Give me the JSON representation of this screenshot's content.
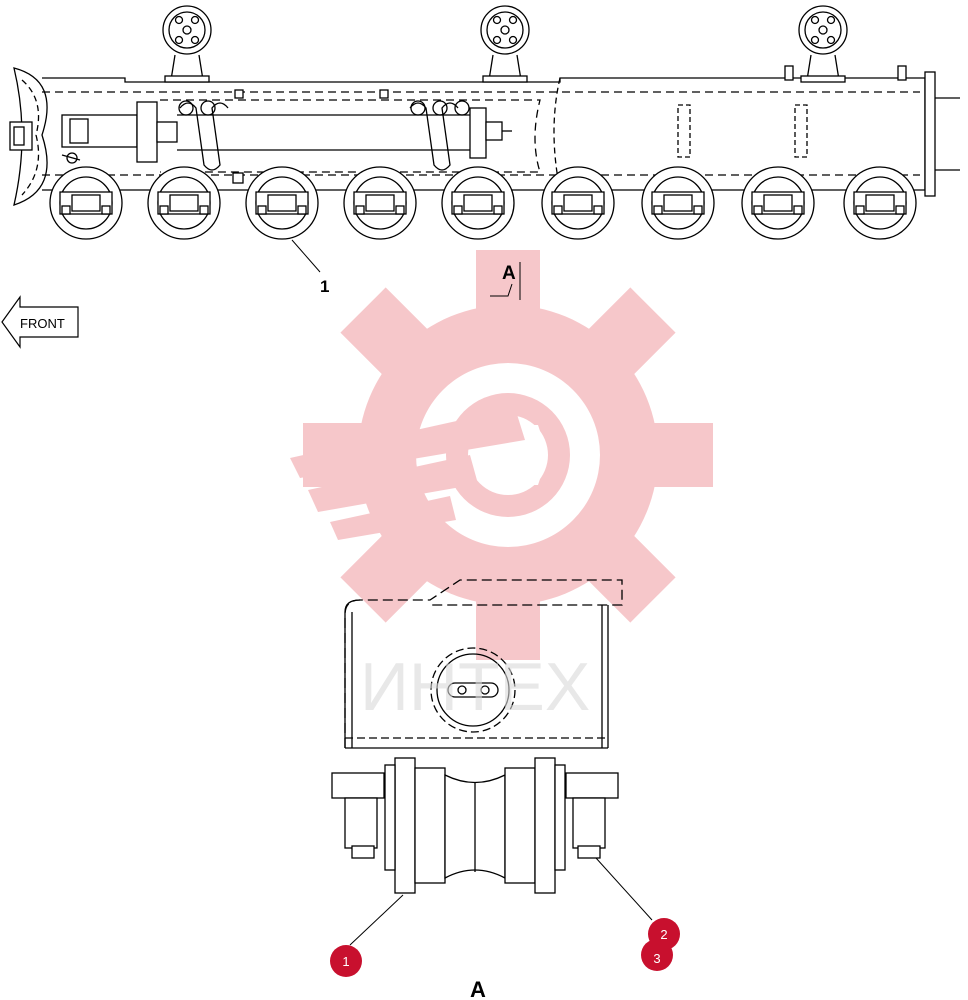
{
  "diagram": {
    "callout_top": "1",
    "section_marker": "A",
    "front_label": "FRONT",
    "view_title": "A",
    "watermark_text": "ИНТЕХ",
    "badges": [
      "1",
      "2",
      "3"
    ]
  },
  "colors": {
    "line": "#000000",
    "badge_fill": "#c8102e",
    "watermark": "#f4b9bd",
    "watermark_text": "#d9d9d9"
  },
  "icons": {
    "front_arrow": "arrow-left-icon",
    "watermark_logo": "gear-wrench-logo-icon"
  }
}
